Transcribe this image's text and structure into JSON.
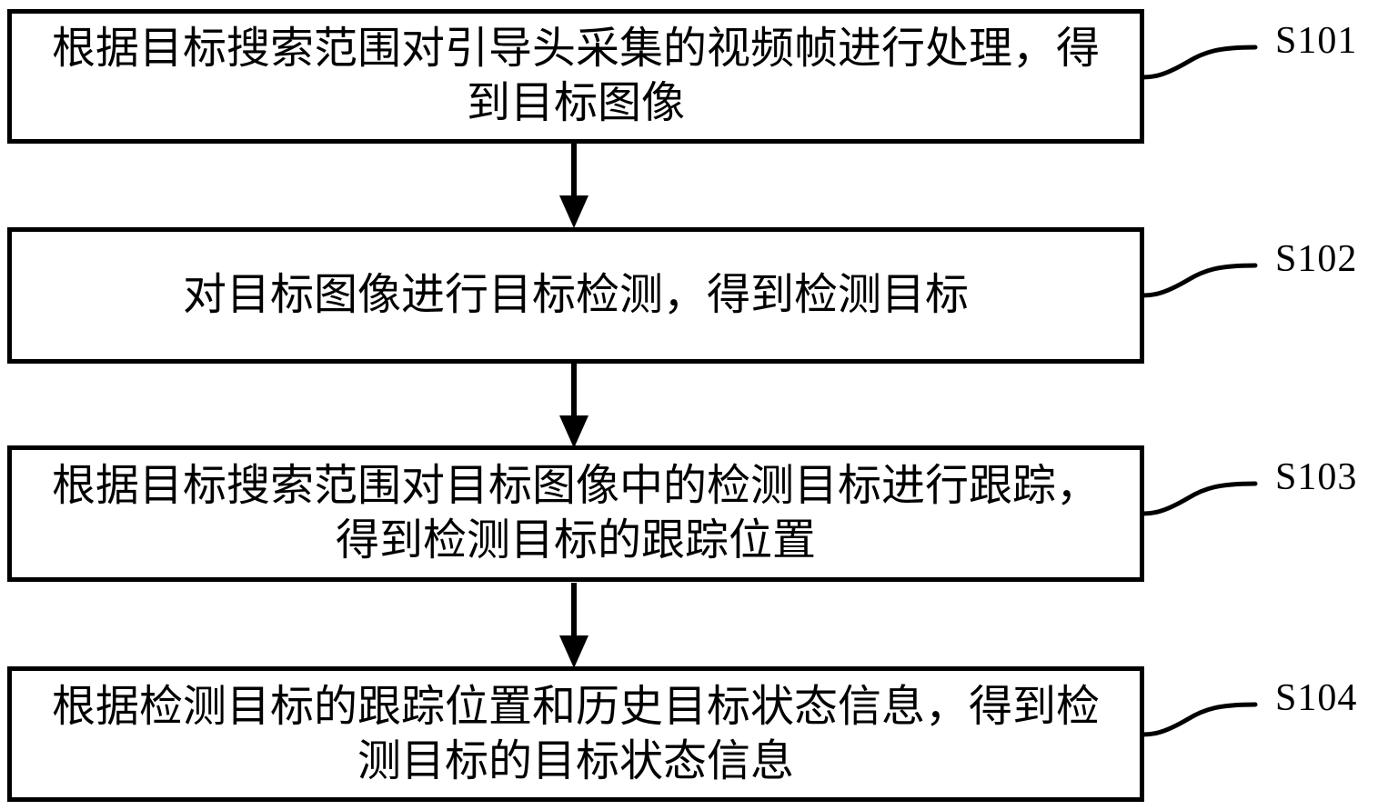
{
  "diagram": {
    "type": "flowchart",
    "background_color": "#ffffff",
    "line_color": "#000000",
    "steps": [
      {
        "id": "S101",
        "lines": {
          "0": "根据目标搜索范围对引导头采集的视频帧进行处理，得",
          "1": "到目标图像"
        },
        "full_text": "根据目标搜索范围对引导头采集的视频帧进行处理，得到目标图像"
      },
      {
        "id": "S102",
        "lines": {
          "0": "对目标图像进行目标检测，得到检测目标"
        },
        "full_text": "对目标图像进行目标检测，得到检测目标"
      },
      {
        "id": "S103",
        "lines": {
          "0": "根据目标搜索范围对目标图像中的检测目标进行跟踪，",
          "1": "得到检测目标的跟踪位置"
        },
        "full_text": "根据目标搜索范围对目标图像中的检测目标进行跟踪，得到检测目标的跟踪位置"
      },
      {
        "id": "S104",
        "lines": {
          "0": "根据检测目标的跟踪位置和历史目标状态信息，得到检",
          "1": "测目标的目标状态信息"
        },
        "full_text": "根据检测目标的跟踪位置和历史目标状态信息，得到检测目标的目标状态信息"
      }
    ]
  }
}
